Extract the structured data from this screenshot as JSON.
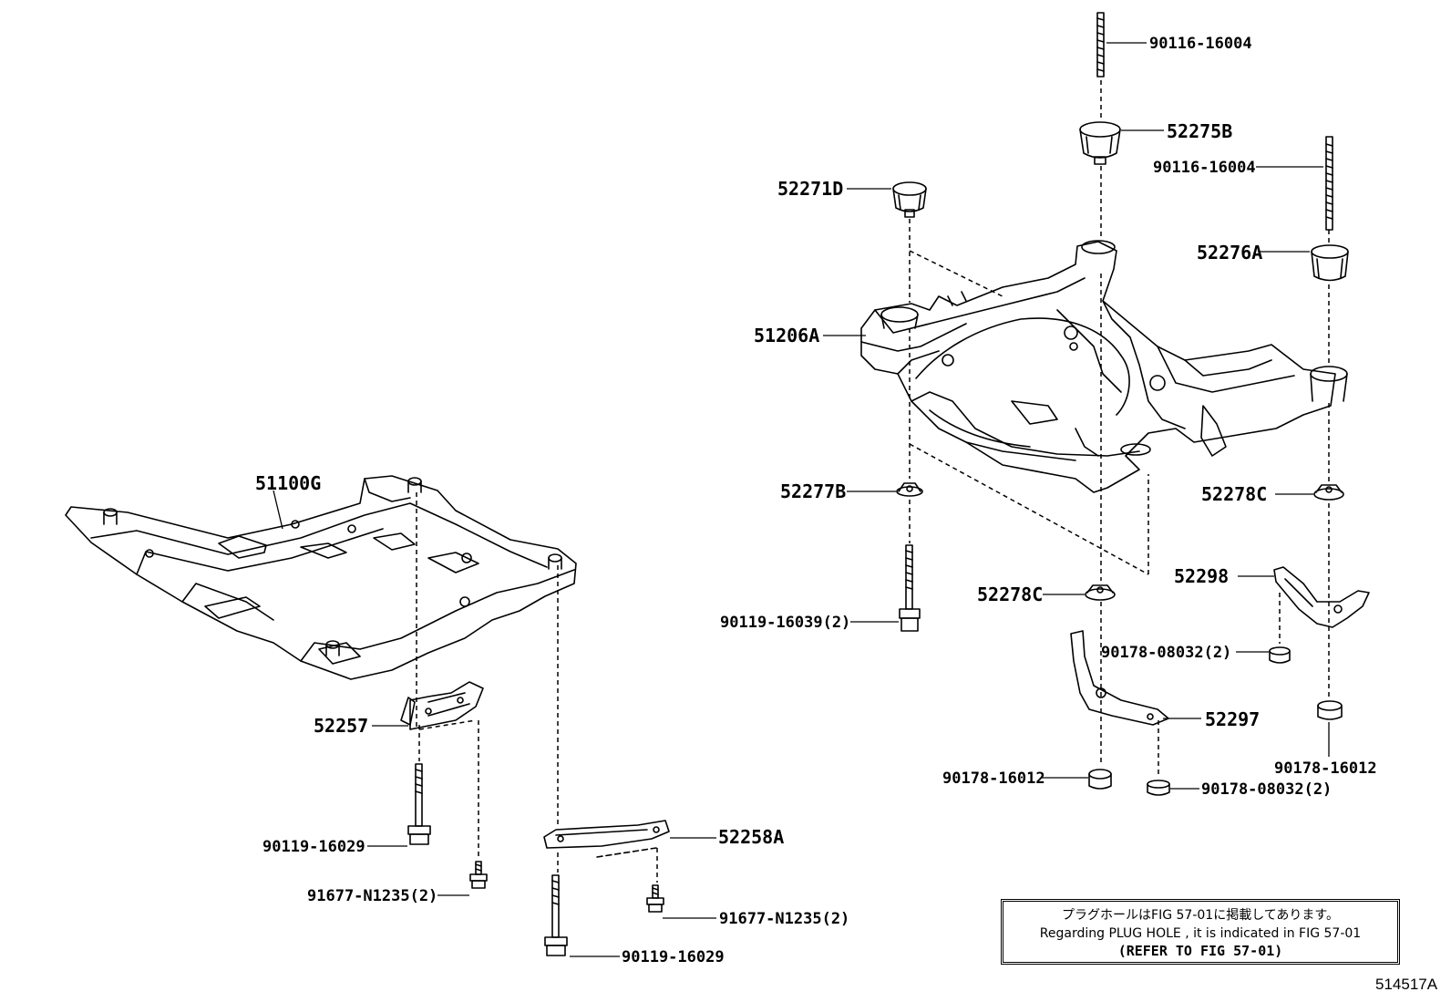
{
  "labels": {
    "p51100G": "51100G",
    "p52257": "52257",
    "p90119_16029_a": "90119-16029",
    "p91677_a": "91677-N1235(2)",
    "p52258A": "52258A",
    "p91677_b": "91677-N1235(2)",
    "p90119_16029_b": "90119-16029",
    "p90116_16004_a": "90116-16004",
    "p52275B": "52275B",
    "p90116_16004_b": "90116-16004",
    "p52271D": "52271D",
    "p52276A": "52276A",
    "p51206A": "51206A",
    "p52277B": "52277B",
    "p52278C_a": "52278C",
    "p52278C_b": "52278C",
    "p52298": "52298",
    "p90119_16039": "90119-16039(2)",
    "p90178_08032_a": "90178-08032(2)",
    "p52297": "52297",
    "p90178_16012_a": "90178-16012",
    "p90178_16012_b": "90178-16012",
    "p90178_08032_b": "90178-08032(2)"
  },
  "note": {
    "line1": "プラグホールはFIG 57-01に掲載してあります。",
    "line2": "Regarding  PLUG  HOLE , it is indicated in  FIG  57-01",
    "line3": "(REFER TO FIG 57-01)"
  },
  "figure_code": "514517A"
}
